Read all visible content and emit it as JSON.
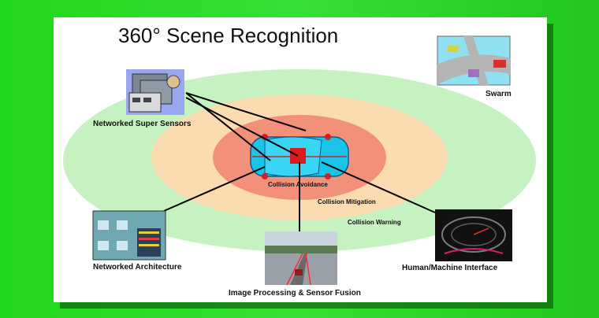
{
  "title": "360° Scene Recognition",
  "rings": {
    "inner": "Collision Avoidance",
    "middle": "Collision Mitigation",
    "outer": "Collision Warning"
  },
  "nodes": {
    "super_sensors": "Networked Super Sensors",
    "swarm": "Swarm",
    "architecture": "Networked Architecture",
    "image_processing": "Image Processing & Sensor Fusion",
    "hmi": "Human/Machine Interface"
  },
  "colors": {
    "background": "#2bd826",
    "outer_ring": "#c6f2c2",
    "middle_ring": "#fbdcb0",
    "inner_ring": "#f3907a",
    "car": "#19c4e8",
    "connector": "#000000"
  }
}
